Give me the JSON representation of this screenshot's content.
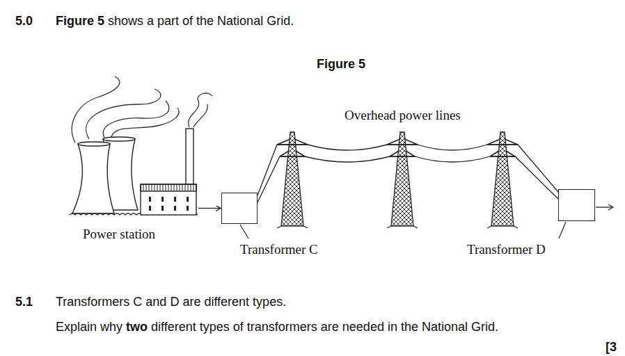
{
  "diagram": {
    "nodes": [
      {
        "text": [
          "Power station"
        ]
      },
      {
        "text": [
          "Transformer C"
        ]
      },
      {
        "text": [
          "Transformer D"
        ]
      }
    ],
    "edges": [
      {
        "from": 0,
        "to": 1,
        "arrow": "to"
      },
      {
        "from": 1,
        "to": 2,
        "arrow": "none"
      }
    ],
    "labels": [
      "5.0",
      "Figure 5",
      "shows a part of the National Grid.",
      "Figure 5",
      "Overhead power lines",
      "5.1",
      "Transformers C and D are different types.",
      "Explain why",
      "two",
      "different types of transformers are needed in the National Grid.",
      "[3"
    ]
  }
}
